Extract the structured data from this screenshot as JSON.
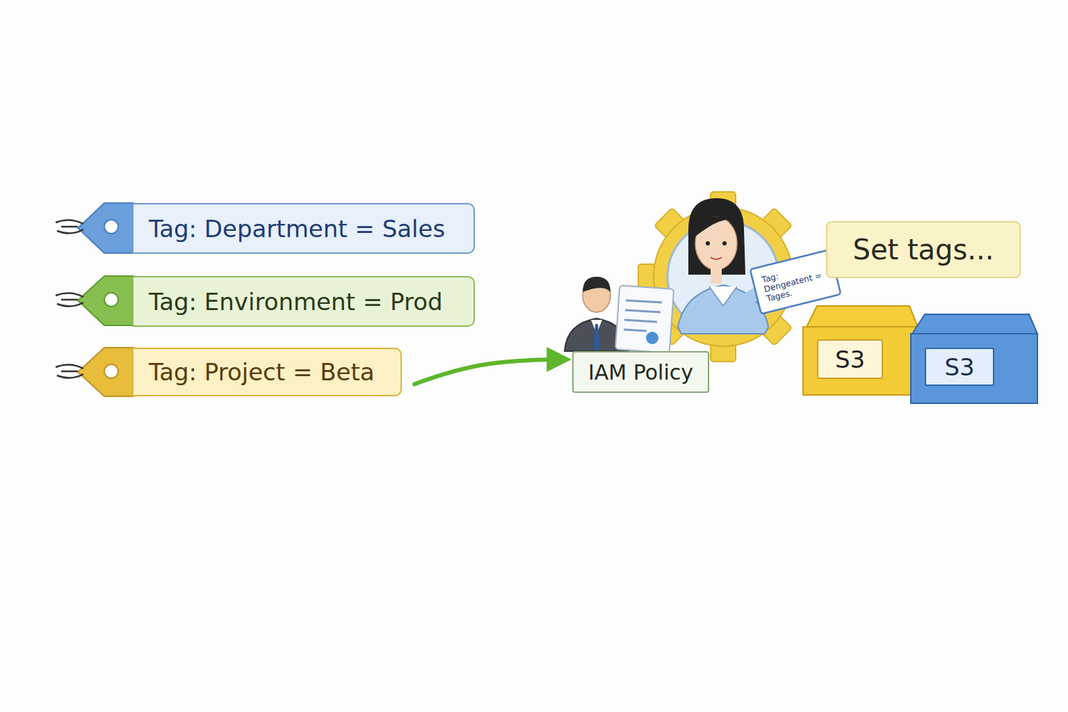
{
  "diagram": {
    "nodes": [
      {
        "text": [
          "Tag: Department = Sales"
        ]
      },
      {
        "text": [
          "Tag: Environment = Prod"
        ]
      },
      {
        "text": [
          "Tag: Project = Beta"
        ]
      },
      {
        "text": [
          "IAM Policy"
        ]
      },
      {
        "text": [
          "Tag: Dengeatent = Tages."
        ]
      },
      {
        "text": [
          "Set tags..."
        ]
      },
      {
        "text": [
          "S3"
        ]
      },
      {
        "text": [
          "S3"
        ]
      }
    ],
    "edges": [
      {
        "from": 2,
        "to": 3,
        "arrow": "to"
      }
    ]
  }
}
